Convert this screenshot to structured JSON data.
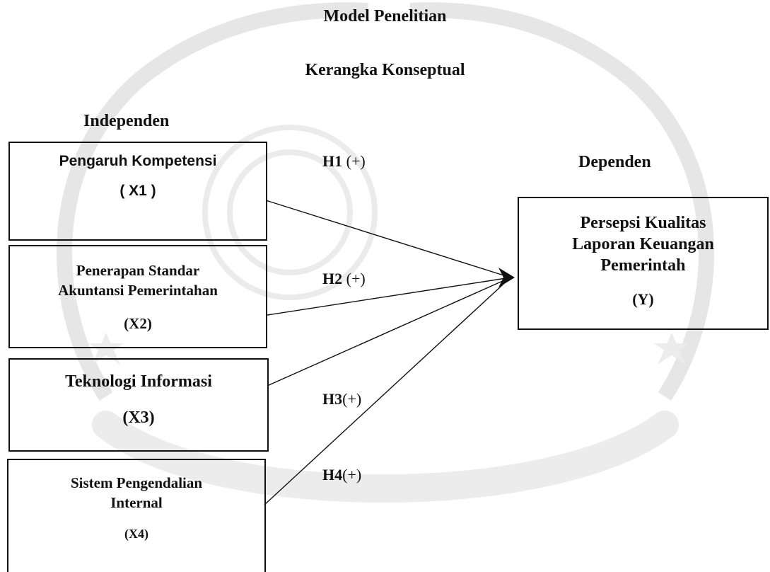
{
  "title": "Model Penelitian",
  "subtitle": "Kerangka Konseptual",
  "labels": {
    "independent": "Independen",
    "dependent": "Dependen"
  },
  "hypotheses": [
    {
      "label": "H1",
      "sign": "(+)"
    },
    {
      "label": "H2",
      "sign": "(+)"
    },
    {
      "label": "H3",
      "sign": "(+)"
    },
    {
      "label": "H4",
      "sign": "(+)"
    }
  ],
  "variables": {
    "x1": {
      "name": "Pengaruh Kompetensi",
      "code": "( X1 )"
    },
    "x2": {
      "name_line1": "Penerapan Standar",
      "name_line2": "Akuntansi Pemerintahan",
      "code": "(X2)"
    },
    "x3": {
      "name": "Teknologi Informasi",
      "code": "(X3)"
    },
    "x4": {
      "name_line1": "Sistem Pengendalian",
      "name_line2": "Internal",
      "code": "(X4)"
    },
    "y": {
      "name_line1": "Persepsi Kualitas",
      "name_line2": "Laporan Keuangan",
      "name_line3": "Pemerintah",
      "code": "(Y)"
    }
  },
  "colors": {
    "line": "#111111",
    "watermark": "#e3e3e3"
  }
}
